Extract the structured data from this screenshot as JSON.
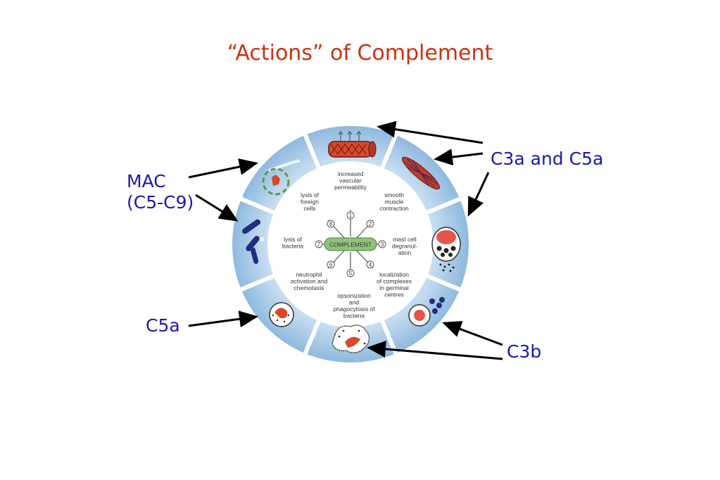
{
  "title": "“Actions” of Complement",
  "callouts": {
    "mac_line1": "MAC",
    "mac_line2": "(C5-C9)",
    "c3a_c5a": "C3a and C5a",
    "c5a": "C5a",
    "c3b": "C3b"
  },
  "wheel": {
    "center_label": "COMPLEMENT",
    "actions": [
      {
        "num": "1",
        "lines": [
          "increased",
          "vascular",
          "permeability"
        ]
      },
      {
        "num": "2",
        "lines": [
          "smooth",
          "muscle",
          "contraction"
        ]
      },
      {
        "num": "3",
        "lines": [
          "mast cell",
          "degranul-",
          "ation"
        ]
      },
      {
        "num": "4",
        "lines": [
          "localization",
          "of complexes",
          "in germinal",
          "centres"
        ]
      },
      {
        "num": "5",
        "lines": [
          "opsonization",
          "and",
          "phagocytosis of",
          "bacteria"
        ]
      },
      {
        "num": "6",
        "lines": [
          "neutrophil",
          "activation and",
          "chemotaxis"
        ]
      },
      {
        "num": "7",
        "lines": [
          "lysis of",
          "bacteria"
        ]
      },
      {
        "num": "8",
        "lines": [
          "lysis of",
          "foreign",
          "cells"
        ]
      }
    ]
  },
  "colors": {
    "title": "#cc3311",
    "callout_text": "#1a1aa6",
    "ring": "#9cc3e4",
    "ring_light": "#c6ddf1",
    "complement_pill": "#8fc27a",
    "arrow": "#000000"
  }
}
